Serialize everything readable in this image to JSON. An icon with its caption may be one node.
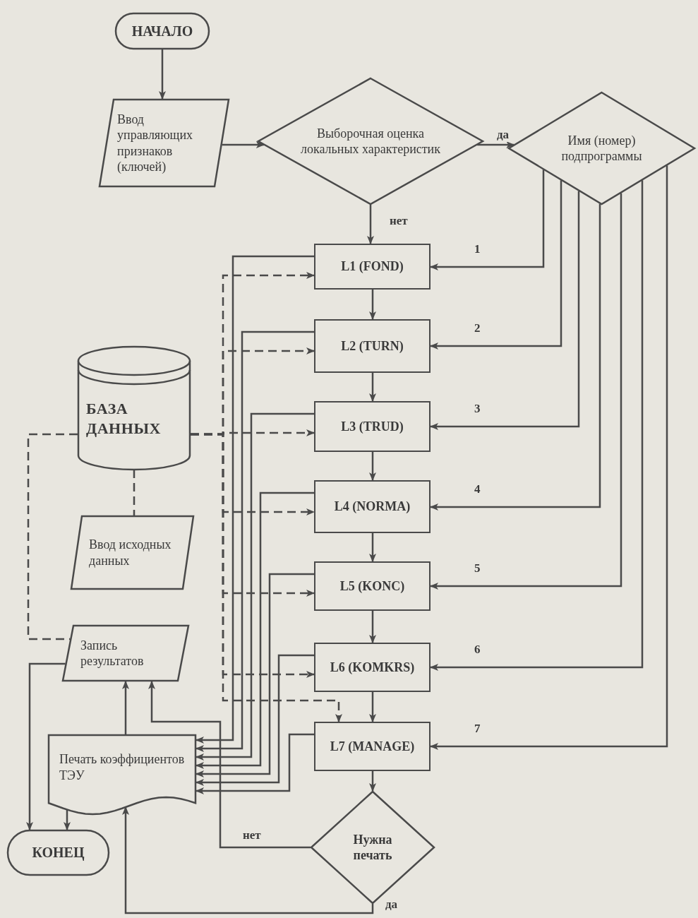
{
  "diagram": {
    "nodes": [
      {
        "text": [
          "НАЧАЛО"
        ]
      },
      {
        "text": [
          "Ввод управляющих признаков (ключей)"
        ]
      },
      {
        "text": [
          "Выборочная оценка локальных характеристик"
        ]
      },
      {
        "text": [
          "Имя (номер) подпрограммы"
        ]
      },
      {
        "text": [
          "L1 (FOND)"
        ]
      },
      {
        "text": [
          "L2 (TURN)"
        ]
      },
      {
        "text": [
          "L3 (TRUD)"
        ]
      },
      {
        "text": [
          "L4 (NORMA)"
        ]
      },
      {
        "text": [
          "L5 (KONC)"
        ]
      },
      {
        "text": [
          "L6 (KOMKRS)"
        ]
      },
      {
        "text": [
          "L7 (MANAGE)"
        ]
      },
      {
        "text": [
          "БАЗА ДАННЫХ"
        ]
      },
      {
        "text": [
          "Ввод исходных данных"
        ]
      },
      {
        "text": [
          "Запись результатов"
        ]
      },
      {
        "text": [
          "Печать коэффициентов ТЭУ"
        ]
      },
      {
        "text": [
          "Нужна печать"
        ]
      },
      {
        "text": [
          "КОНЕЦ"
        ]
      }
    ],
    "edges": [
      {
        "from": 0,
        "to": 1,
        "arrow": "to"
      },
      {
        "from": 1,
        "to": 2,
        "arrow": "to"
      },
      {
        "from": 2,
        "to": 3,
        "arrow": "to",
        "label": "да"
      },
      {
        "from": 2,
        "to": 4,
        "arrow": "to",
        "label": "нет"
      },
      {
        "from": 3,
        "to": 4,
        "arrow": "to",
        "label": "1"
      },
      {
        "from": 3,
        "to": 5,
        "arrow": "to",
        "label": "2"
      },
      {
        "from": 3,
        "to": 6,
        "arrow": "to",
        "label": "3"
      },
      {
        "from": 3,
        "to": 7,
        "arrow": "to",
        "label": "4"
      },
      {
        "from": 3,
        "to": 8,
        "arrow": "to",
        "label": "5"
      },
      {
        "from": 3,
        "to": 9,
        "arrow": "to",
        "label": "6"
      },
      {
        "from": 3,
        "to": 10,
        "arrow": "to",
        "label": "7"
      },
      {
        "from": 4,
        "to": 5,
        "arrow": "to"
      },
      {
        "from": 5,
        "to": 6,
        "arrow": "to"
      },
      {
        "from": 6,
        "to": 7,
        "arrow": "to"
      },
      {
        "from": 7,
        "to": 8,
        "arrow": "to"
      },
      {
        "from": 8,
        "to": 9,
        "arrow": "to"
      },
      {
        "from": 9,
        "to": 10,
        "arrow": "to"
      },
      {
        "from": 10,
        "to": 15,
        "arrow": "to"
      },
      {
        "from": 15,
        "to": 13,
        "arrow": "to",
        "label": "нет"
      },
      {
        "from": 15,
        "to": 14,
        "arrow": "to",
        "label": "да"
      },
      {
        "from": 14,
        "to": 13,
        "arrow": "to"
      },
      {
        "from": 14,
        "to": 16,
        "arrow": "to"
      },
      {
        "from": 13,
        "to": 16,
        "arrow": "to"
      },
      {
        "from": 4,
        "to": 14,
        "arrow": "to"
      },
      {
        "from": 5,
        "to": 14,
        "arrow": "to"
      },
      {
        "from": 6,
        "to": 14,
        "arrow": "to"
      },
      {
        "from": 7,
        "to": 14,
        "arrow": "to"
      },
      {
        "from": 8,
        "to": 14,
        "arrow": "to"
      },
      {
        "from": 9,
        "to": 14,
        "arrow": "to"
      },
      {
        "from": 10,
        "to": 14,
        "arrow": "to"
      },
      {
        "from": 11,
        "to": 4,
        "arrow": "to",
        "style": "dashed"
      },
      {
        "from": 11,
        "to": 5,
        "arrow": "to",
        "style": "dashed"
      },
      {
        "from": 11,
        "to": 6,
        "arrow": "to",
        "style": "dashed"
      },
      {
        "from": 11,
        "to": 7,
        "arrow": "to",
        "style": "dashed"
      },
      {
        "from": 11,
        "to": 8,
        "arrow": "to",
        "style": "dashed"
      },
      {
        "from": 11,
        "to": 9,
        "arrow": "to",
        "style": "dashed"
      },
      {
        "from": 11,
        "to": 10,
        "arrow": "to",
        "style": "dashed"
      },
      {
        "from": 11,
        "to": 12,
        "arrow": "none",
        "style": "dashed"
      },
      {
        "from": 11,
        "to": 13,
        "arrow": "none",
        "style": "dashed"
      }
    ]
  }
}
